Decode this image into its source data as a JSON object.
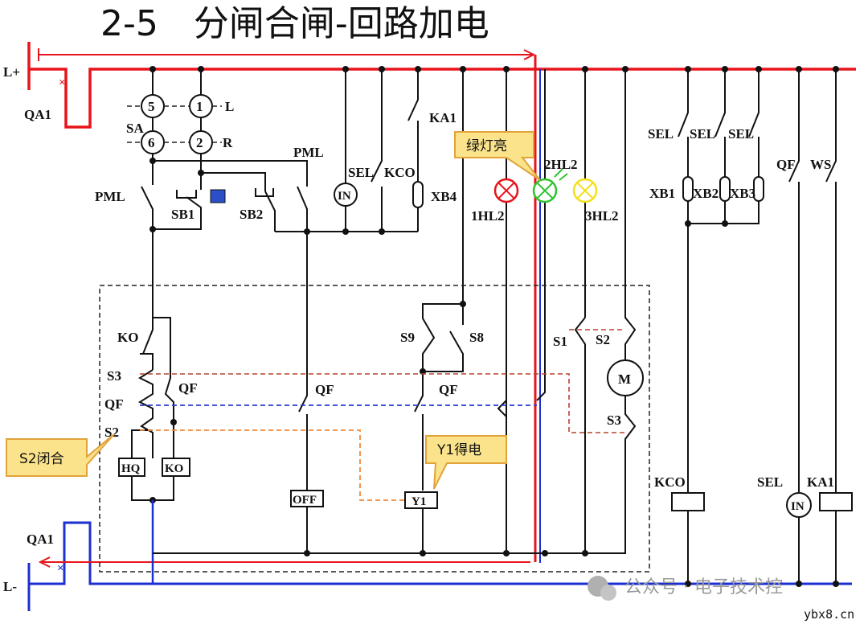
{
  "title": "2-5　分闸合闸-回路加电",
  "bus": {
    "positive": "L+",
    "negative": "L-",
    "breaker": "QA1"
  },
  "callouts": {
    "green_lamp": "绿灯亮",
    "s2_closed": "S2闭合",
    "y1_energized": "Y1得电"
  },
  "labels": {
    "SA": "SA",
    "L": "L",
    "R": "R",
    "c5": "5",
    "c1": "1",
    "c6": "6",
    "c2": "2",
    "PML": "PML",
    "SB1": "SB1",
    "SB2": "SB2",
    "SEL": "SEL",
    "KCO": "KCO",
    "IN": "IN",
    "XB4": "XB4",
    "KA1": "KA1",
    "HL1": "1HL2",
    "HL2": "2HL2",
    "HL3": "3HL2",
    "XB1": "XB1",
    "XB2": "XB2",
    "XB3": "XB3",
    "QF": "QF",
    "WS": "WS",
    "KO": "KO",
    "S3": "S3",
    "S2": "S2",
    "S1": "S1",
    "S8": "S8",
    "S9": "S9",
    "HQ": "HQ",
    "OFF": "OFF",
    "Y1": "Y1",
    "M": "M"
  },
  "watermark": {
    "account": "公众号 · 电子技术控",
    "site": "ybx8.cn"
  },
  "colors": {
    "energized": "#e8141c",
    "return": "#1c2fd0",
    "green_lamp": "#2fc42f",
    "red_lamp": "#e8141c",
    "yellow_lamp": "#f3e01d",
    "callout_fill": "#fbe38b"
  }
}
